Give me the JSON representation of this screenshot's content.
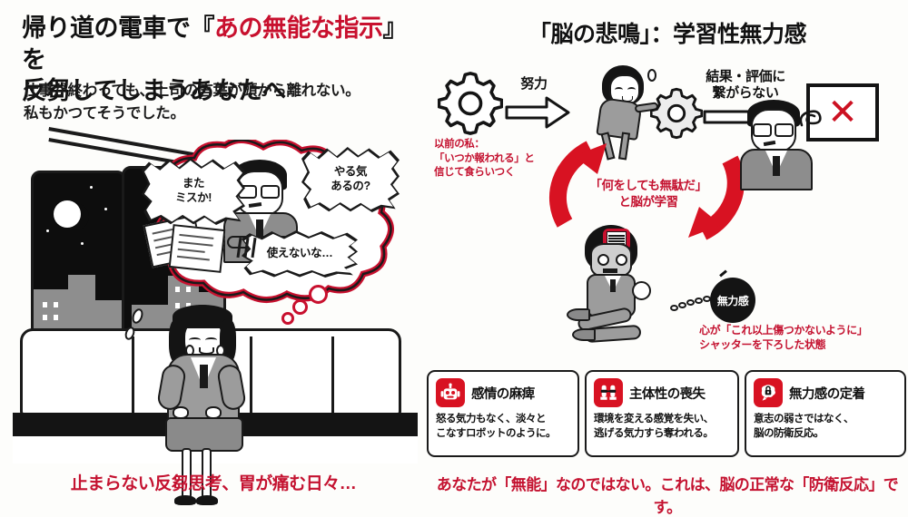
{
  "left": {
    "title_part1": "帰り道の電車で『",
    "title_red": "あの無能な指示",
    "title_part2": "』を",
    "title_line2": "反芻してしまうあなたへ",
    "subtitle_line1": "仕事が終わっても、上司の言葉が頭から離れない。",
    "subtitle_line2": "私もかつてそうでした。",
    "caption": "止まらない反芻思考、胃が痛む日々…",
    "bubbles": [
      {
        "name": "bubble-mistake",
        "line1": "また",
        "line2": "ミスか!"
      },
      {
        "name": "bubble-motivation",
        "line1": "やる気",
        "line2": "あるの?"
      },
      {
        "name": "bubble-useless",
        "line1": "使えないな…",
        "line2": ""
      }
    ],
    "scene": {
      "window_label": "night-city-window",
      "seat_label": "train-seat",
      "woman_label": "exhausted-woman",
      "boss_label": "boss-in-thought-cloud"
    }
  },
  "right": {
    "title": "「脳の悲鳴」：学習性無力感",
    "flow": {
      "gear_label": "gear-icon",
      "arrow1_label": "努力",
      "arrow2_label_line1": "結果・評価に",
      "arrow2_label_line2": "繋がらない",
      "result_mark": "✕"
    },
    "past_self": {
      "line1": "以前の私：",
      "line2": "「いつか報われる」と",
      "line3": "信じて食らいつく"
    },
    "cycle": {
      "line1": "「何をしても無駄だ」",
      "line2": "と脳が学習"
    },
    "ball_label": "無力感",
    "shutter_note": {
      "line1": "心が「これ以上傷つかないように」",
      "line2": "シャッターを下ろした状態"
    },
    "cards": [
      {
        "icon": "robot-icon",
        "title": "感情の麻痺",
        "body_line1": "怒る気力もなく、淡々と",
        "body_line2": "こなすロボットのように。"
      },
      {
        "icon": "shackled-feet-icon",
        "title": "主体性の喪失",
        "body_line1": "環境を変える感覚を失い、",
        "body_line2": "逃げる気力すら奪われる。"
      },
      {
        "icon": "locked-brain-icon",
        "title": "無力感の定着",
        "body_line1": "意志の弱さではなく、",
        "body_line2": "脳の防衛反応。"
      }
    ],
    "caption": "あなたが「無能」なのではない。これは、脳の正常な「防衛反応」です。"
  },
  "colors": {
    "accent_red": "#c8102e",
    "caption_red": "#c41230",
    "icon_red": "#d81222",
    "ink": "#141414",
    "suit_gray": "#9c9c9c"
  }
}
